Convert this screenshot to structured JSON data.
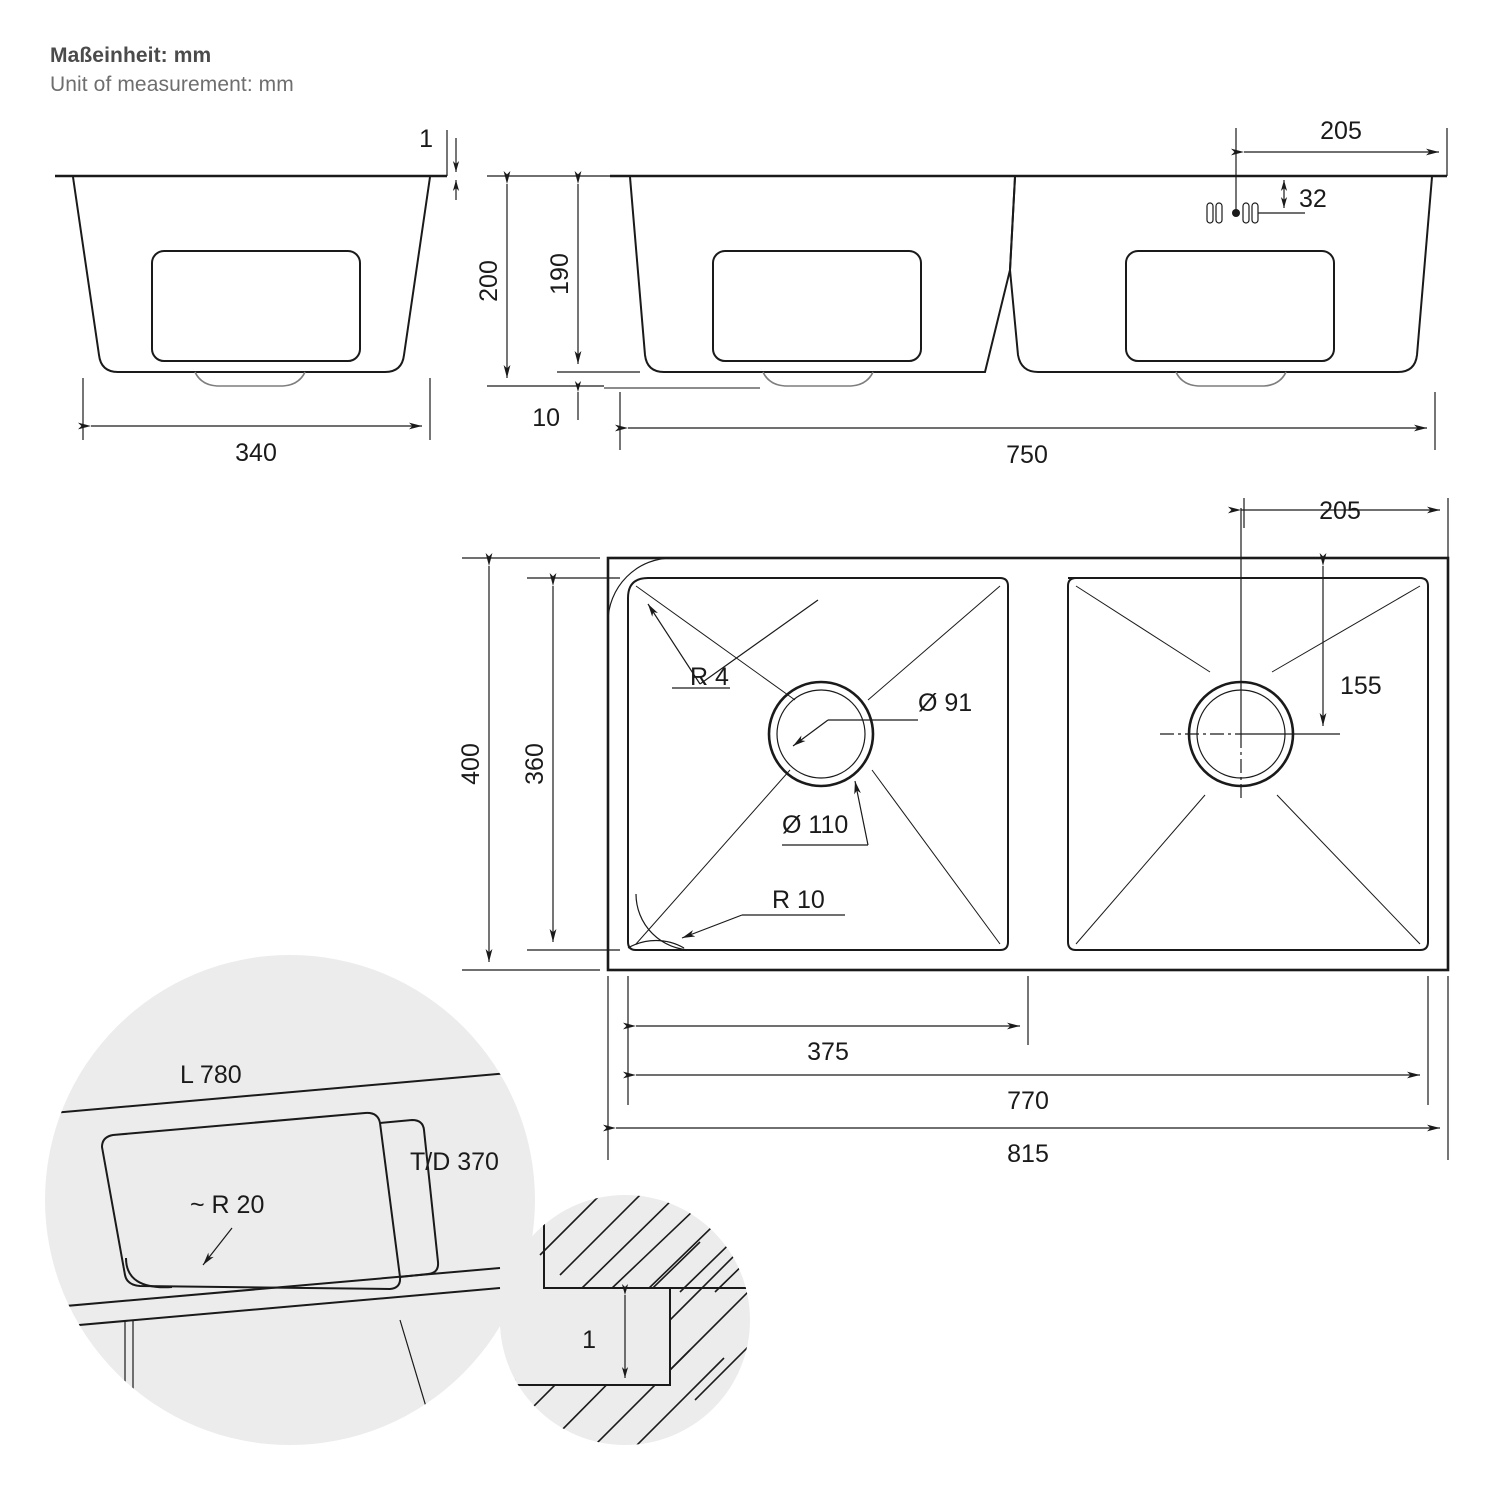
{
  "header": {
    "line1": "Maßeinheit: mm",
    "line2": "Unit of measurement: mm"
  },
  "views": {
    "side_section": {
      "name": "side-section-view",
      "dimensions": {
        "rim_thickness": "1",
        "width": "340"
      }
    },
    "front_section": {
      "name": "front-section-view",
      "dimensions": {
        "total_height": "200",
        "bowl_depth": "190",
        "base_gap": "10",
        "width": "750",
        "overflow_offset_x": "205",
        "overflow_offset_y": "32"
      }
    },
    "plan": {
      "name": "plan-top-view",
      "dimensions": {
        "bowl_height_outer": "400",
        "bowl_height_inner": "360",
        "corner_radius_top": "R 4",
        "drain_hole_inner": "Ø 91",
        "drain_hole_outer": "Ø 110",
        "corner_radius_bottom": "R 10",
        "right_drain_from_edge": "205",
        "right_drain_from_top": "155",
        "left_bowl_width": "375",
        "inner_width": "770",
        "total_width": "815"
      }
    },
    "cutout_detail": {
      "name": "worktop-cutout-detail",
      "labels": {
        "length": "L 780",
        "depth": "T/D 370",
        "radius": "~ R 20"
      }
    },
    "section_detail": {
      "name": "flush-mount-section-detail",
      "labels": {
        "step": "1"
      }
    }
  },
  "colors": {
    "line": "#1a1a1a",
    "gray_line": "#7d7d7d",
    "detail_background": "#ececec",
    "header_bold": "#4b4b4b",
    "header_light": "#6e6e6e"
  }
}
